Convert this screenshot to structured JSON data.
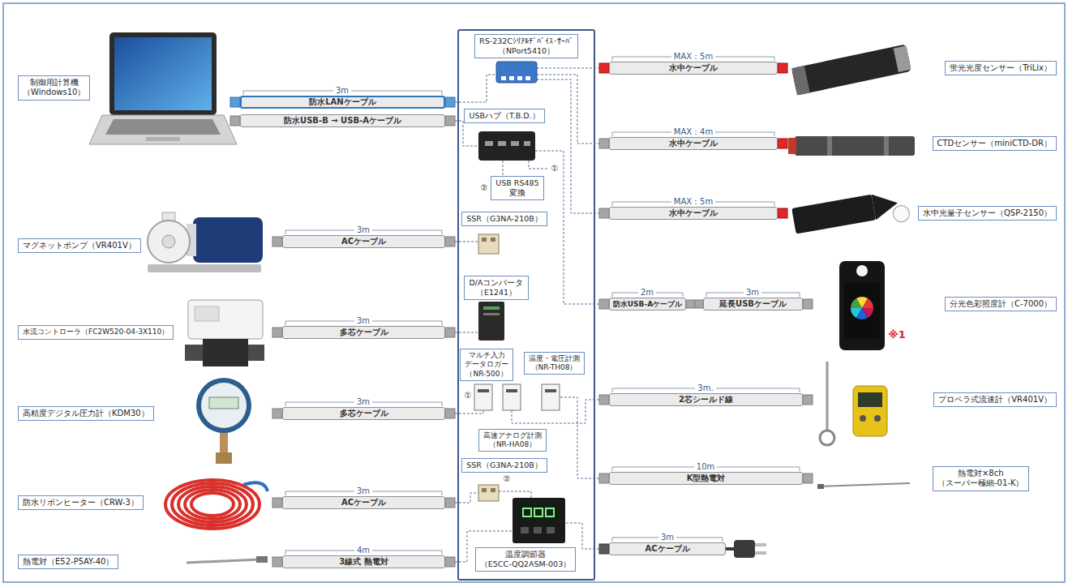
{
  "diagram": {
    "nodes": [
      {
        "text": [
          "制御用計算機 （Windows10）"
        ]
      },
      {
        "text": [
          "防水LANケーブル"
        ]
      },
      {
        "text": [
          "防水USB-B → USB-Aケーブル"
        ]
      },
      {
        "text": [
          "マグネットポンプ（VR401V）"
        ]
      },
      {
        "text": [
          "ACケーブル"
        ]
      },
      {
        "text": [
          "水流コントローラ（FC2W520-04-3X110）"
        ]
      },
      {
        "text": [
          "多芯ケーブル"
        ]
      },
      {
        "text": [
          "高精度デジタル圧力計（KDM30）"
        ]
      },
      {
        "text": [
          "多芯ケーブル"
        ]
      },
      {
        "text": [
          "防水リボンヒーター（CRW-3）"
        ]
      },
      {
        "text": [
          "ACケーブル"
        ]
      },
      {
        "text": [
          "熱電対（E52-P5AY-40）"
        ]
      },
      {
        "text": [
          "3線式 熱電対"
        ]
      },
      {
        "text": [
          "RS-232Cｼﾘｱﾙﾃﾞﾊﾞｲｽ･ｻｰﾊﾞ （NPort5410）"
        ]
      },
      {
        "text": [
          "USBハブ（T.B.D.）"
        ]
      },
      {
        "text": [
          "USB RS485 変換"
        ]
      },
      {
        "text": [
          "SSR（G3NA-210B）"
        ]
      },
      {
        "text": [
          "D/Aコンバータ （E1241）"
        ]
      },
      {
        "text": [
          "マルチ入力 データロガー （NR-500）"
        ]
      },
      {
        "text": [
          "温度・電圧計測 （NR-TH08）"
        ]
      },
      {
        "text": [
          "高速アナログ計測 （NR-HA08）"
        ]
      },
      {
        "text": [
          "SSR（G3NA-210B）"
        ]
      },
      {
        "text": [
          "温度調節器 （E5CC-QQ2ASM-003）"
        ]
      },
      {
        "text": [
          "水中ケーブル"
        ]
      },
      {
        "text": [
          "蛍光光度センサー（TriLix）"
        ]
      },
      {
        "text": [
          "水中ケーブル"
        ]
      },
      {
        "text": [
          "CTDセンサー（miniCTD-DR）"
        ]
      },
      {
        "text": [
          "水中ケーブル"
        ]
      },
      {
        "text": [
          "水中光量子センサー（QSP-2150）"
        ]
      },
      {
        "text": [
          "防水USB-Aケーブル"
        ]
      },
      {
        "text": [
          "延長USBケーブル"
        ]
      },
      {
        "text": [
          "分光色彩照度計（C-7000）"
        ]
      },
      {
        "text": [
          "2芯シールド線"
        ]
      },
      {
        "text": [
          "プロペラ式流速計（VR401V）"
        ]
      },
      {
        "text": [
          "K型熱電対"
        ]
      },
      {
        "text": [
          "熱電対×8ch （スーパー極細-01-K）"
        ]
      },
      {
        "text": [
          "ACケーブル"
        ]
      }
    ],
    "labels": [
      "3m",
      "3m",
      "3m",
      "3m",
      "3m",
      "4m",
      "①",
      "②",
      "①",
      "②",
      "MAX：5m",
      "MAX：4m",
      "MAX：5m",
      "2m",
      "3m",
      "※1",
      "3m.",
      "10m",
      "3m"
    ]
  }
}
